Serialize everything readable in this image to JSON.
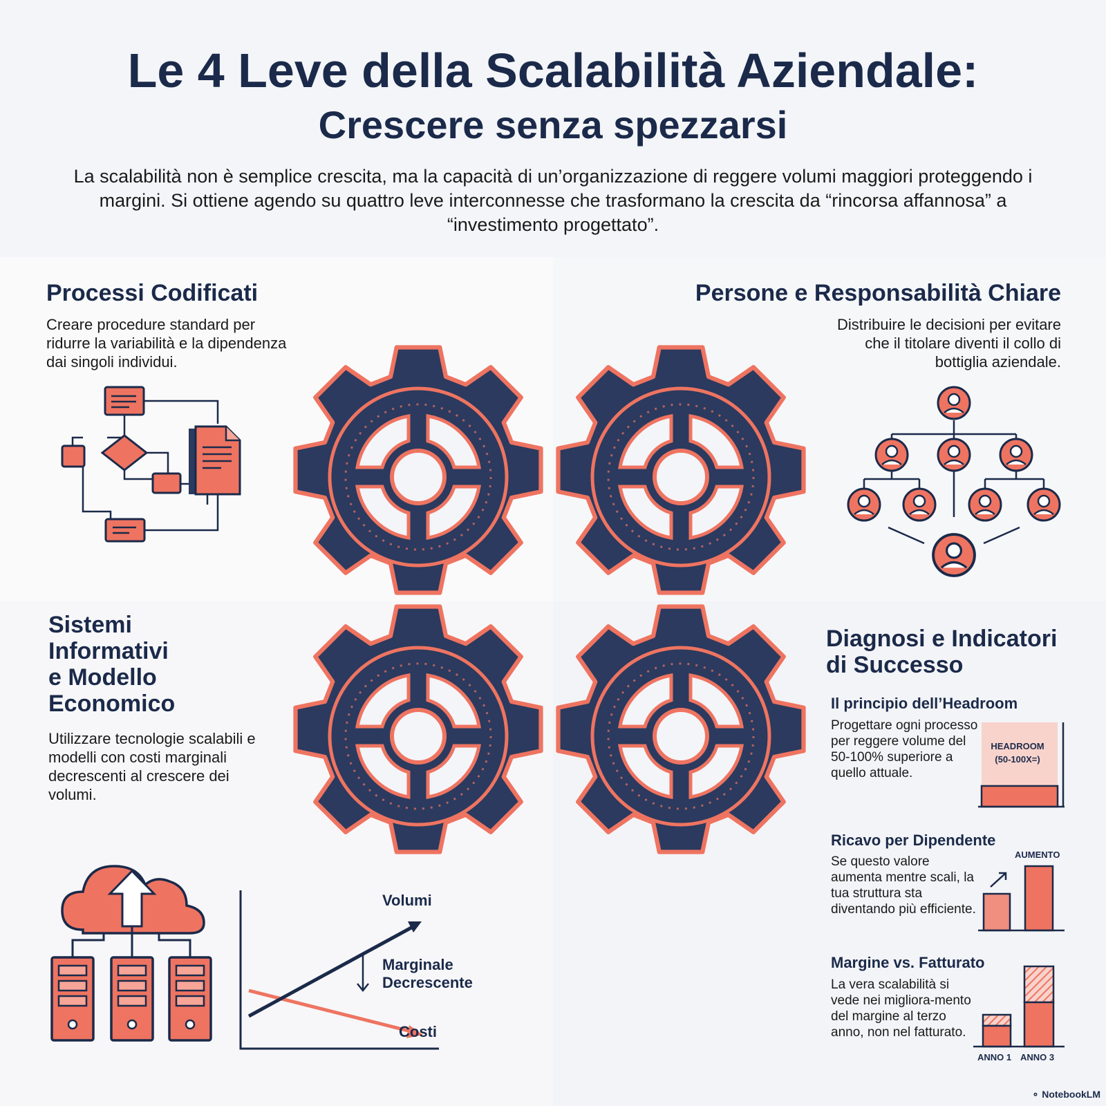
{
  "header": {
    "title_line1": "Le 4 Leve della Scalabilità Aziendale:",
    "title_line2": "Crescere senza spezzarsi",
    "subtitle": "La scalabilità non è semplice crescita, ma la capacità di un’organizzazione di reggere volumi maggiori proteggendo i margini. Si ottiene agendo su quattro leve interconnesse che trasformano la crescita da “rincorsa affannosa” a “investimento progettato”."
  },
  "levers": {
    "processi": {
      "title": "Processi Codificati",
      "description": "Creare procedure standard per ridurre la variabilità e la dipendenza dai singoli individui."
    },
    "persone": {
      "title": "Persone e Responsabilità Chiare",
      "description": "Distribuire le decisioni per evitare che il titolare diventi il collo di bottiglia aziendale."
    },
    "sistemi": {
      "title_l1": "Sistemi",
      "title_l2": "Informativi",
      "title_l3": "e Modello",
      "title_l4": "Economico",
      "description": "Utilizzare tecnologie scalabili e modelli con costi marginali decrescenti al crescere dei volumi.",
      "chart": {
        "label_volumi": "Volumi",
        "label_marginale_l1": "Marginale",
        "label_marginale_l2": "Decrescente",
        "label_costi": "Costi"
      }
    },
    "diagnosi": {
      "title_l1": "Diagnosi e Indicatori",
      "title_l2": "di Successo",
      "indicators": [
        {
          "title": "Il principio dell’Headroom",
          "description": "Progettare ogni processo per reggere volume del 50-100% superiore a quello attuale.",
          "badge_l1": "HEADROOM",
          "badge_l2": "(50-100X=)"
        },
        {
          "title": "Ricavo per Dipendente",
          "description": "Se questo valore aumenta mentre scali, la tua struttura sta diventando più efficiente.",
          "badge": "AUMENTO"
        },
        {
          "title": "Margine vs. Fatturato",
          "description": "La vera scalabilità si vede nei migliora-mento del margine al terzo anno, non nel fatturato.",
          "label_a": "ANNO 1",
          "label_b": "ANNO 3"
        }
      ]
    }
  },
  "footer": {
    "brand": "NotebookLM"
  },
  "colors": {
    "navy": "#2b3a5e",
    "coral": "#ee7461",
    "dark_text": "#1b2a4a"
  },
  "icons": [
    "gear-icon",
    "flowchart-icon",
    "document-icon",
    "org-chart-icon",
    "person-icon",
    "cloud-upload-icon",
    "server-icon",
    "trend-arrow-icon",
    "bar-chart-icon"
  ]
}
